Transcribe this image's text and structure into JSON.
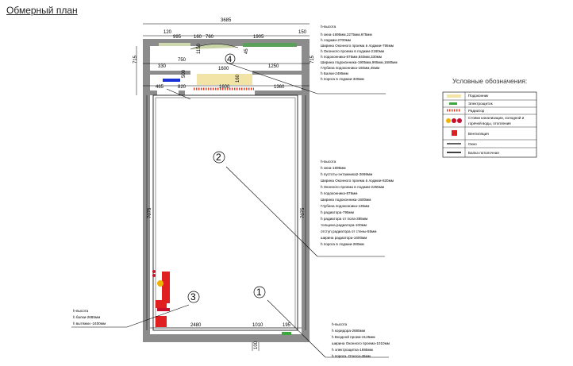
{
  "page": {
    "title": "Обмерный план"
  },
  "dimensions": {
    "top_total": "3685",
    "top_segments": [
      "120",
      "995",
      "160",
      "760",
      "1905",
      "150"
    ],
    "row2": [
      "330",
      "750",
      "1600",
      "1250"
    ],
    "row3": [
      "465",
      "820",
      "1600",
      "1360"
    ],
    "side_heights": [
      "715",
      "715"
    ],
    "small_vertical": [
      "500",
      "1150",
      "160",
      "45"
    ],
    "main_height_left": "7075",
    "main_height_right": "7075",
    "bottom": [
      "2480",
      "1010",
      "195"
    ],
    "bottom_notch": "100"
  },
  "markers": {
    "m1": "1",
    "m2": "2",
    "m3": "3",
    "m4": "4"
  },
  "notes": {
    "n4": [
      "h-высота",
      "h окна-1695мм,2275мм,875мм",
      "h лоджии-2700мм",
      "Ширина Оконного проема в лоджии-795мм",
      "h Оконного проема в лоджии-2180мм",
      "h подоконника-875мм,840мм,330мм",
      "Ширина подоконника-1905мм,995мм,1680мм",
      "Глубина подоконника-160мм,45мм",
      "h Балки-2495мм",
      "h порога в лоджии-330мм"
    ],
    "n2": [
      "h-высота",
      "h окна-1695мм",
      "h пустоты-энтажника2-2669мм",
      "Ширина Оконного проема в лоджии-820мм",
      "h Оконного проема в лоджии-2255мм",
      "h подоконника-875мм",
      "Ширина подоконника-1600мм",
      "Глубина подоконника-135мм",
      "h радиатора-795мм",
      "h радиатора от пола-395мм",
      "толщина радиатора-100мм",
      "отступ радиатора от стены-55мм",
      "ширина радиатора-1600мм",
      "h порога в лоджии-280мм"
    ],
    "n3": [
      "h-высота",
      "h балки-2685мм",
      "h вытяжки -2400мм"
    ],
    "n1": [
      "h-высота",
      "h коридора-2685мм",
      "h Входной проем-2125мм",
      "ширина Оконного проема-1010мм",
      "h электрощитка-1695мм",
      "h порога. Откоса-45мм"
    ]
  },
  "legend": {
    "title": "Условные обозначения:",
    "items": [
      {
        "label": "Подоконник",
        "symbol": "sill"
      },
      {
        "label": "Электрощиток",
        "symbol": "electric-panel"
      },
      {
        "label": "Радиатор",
        "symbol": "radiator"
      },
      {
        "label": "Стояки канализации, холодной и горячей воды, отопления",
        "symbol": "risers"
      },
      {
        "label": "Вентиляция",
        "symbol": "ventilation"
      },
      {
        "label": "Окно",
        "symbol": "window"
      },
      {
        "label": "Балка потолочная",
        "symbol": "ceiling-beam"
      }
    ]
  },
  "colors": {
    "wall": "#8c8c8c",
    "sill": "#f2e4a6",
    "radiator": "#e23b1f",
    "panel": "#3ca83c",
    "vent": "#e02020",
    "riser_yellow": "#f0b400",
    "riser_red": "#c8102e",
    "window_blue": "#1a32d6"
  }
}
